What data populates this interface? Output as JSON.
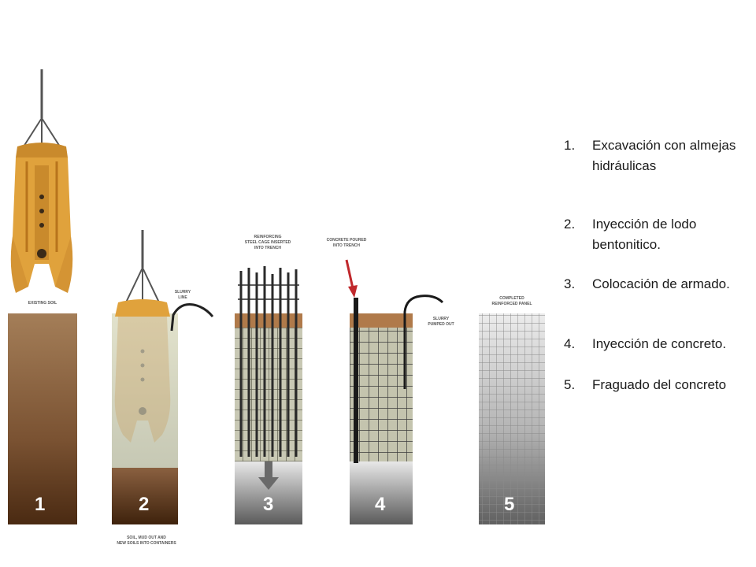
{
  "steps": [
    {
      "number": "1.",
      "text": "Excavación con almejas hidráulicas"
    },
    {
      "number": "2.",
      "text": "Inyección de lodo bentonitico."
    },
    {
      "number": "3.",
      "text": "Colocación de armado."
    },
    {
      "number": "4.",
      "text": "Inyección de concreto."
    },
    {
      "number": "5.",
      "text": "Fraguado del concreto"
    }
  ],
  "diagram": {
    "panel_numbers": [
      "1",
      "2",
      "3",
      "4",
      "5"
    ],
    "labels": {
      "existing_soil": "EXISTING SOIL",
      "slurry_line_1": "SLURRY",
      "slurry_line_2": "LINE",
      "soil_1": "SOIL, MUD OUT AND",
      "soil_2": "NEW SOILS INTO CONTAINERS",
      "cage_1": "REINFORCING",
      "cage_2": "STEEL CAGE INSERTED",
      "cage_3": "INTO TRENCH",
      "concrete_1": "CONCRETE POURED",
      "concrete_2": "INTO TRENCH",
      "pumped_1": "SLURRY",
      "pumped_2": "PUMPED OUT",
      "completed_1": "COMPLETED",
      "completed_2": "REINFORCED PANEL"
    },
    "colors": {
      "clam": "#e0a23c",
      "clam_dark": "#b8741c",
      "soil_top": "#a07a55",
      "soil_bottom": "#4a2a12",
      "slurry": "#dcdcc4",
      "concrete": "#bdbdbd",
      "arrow": "#c0282c"
    }
  }
}
